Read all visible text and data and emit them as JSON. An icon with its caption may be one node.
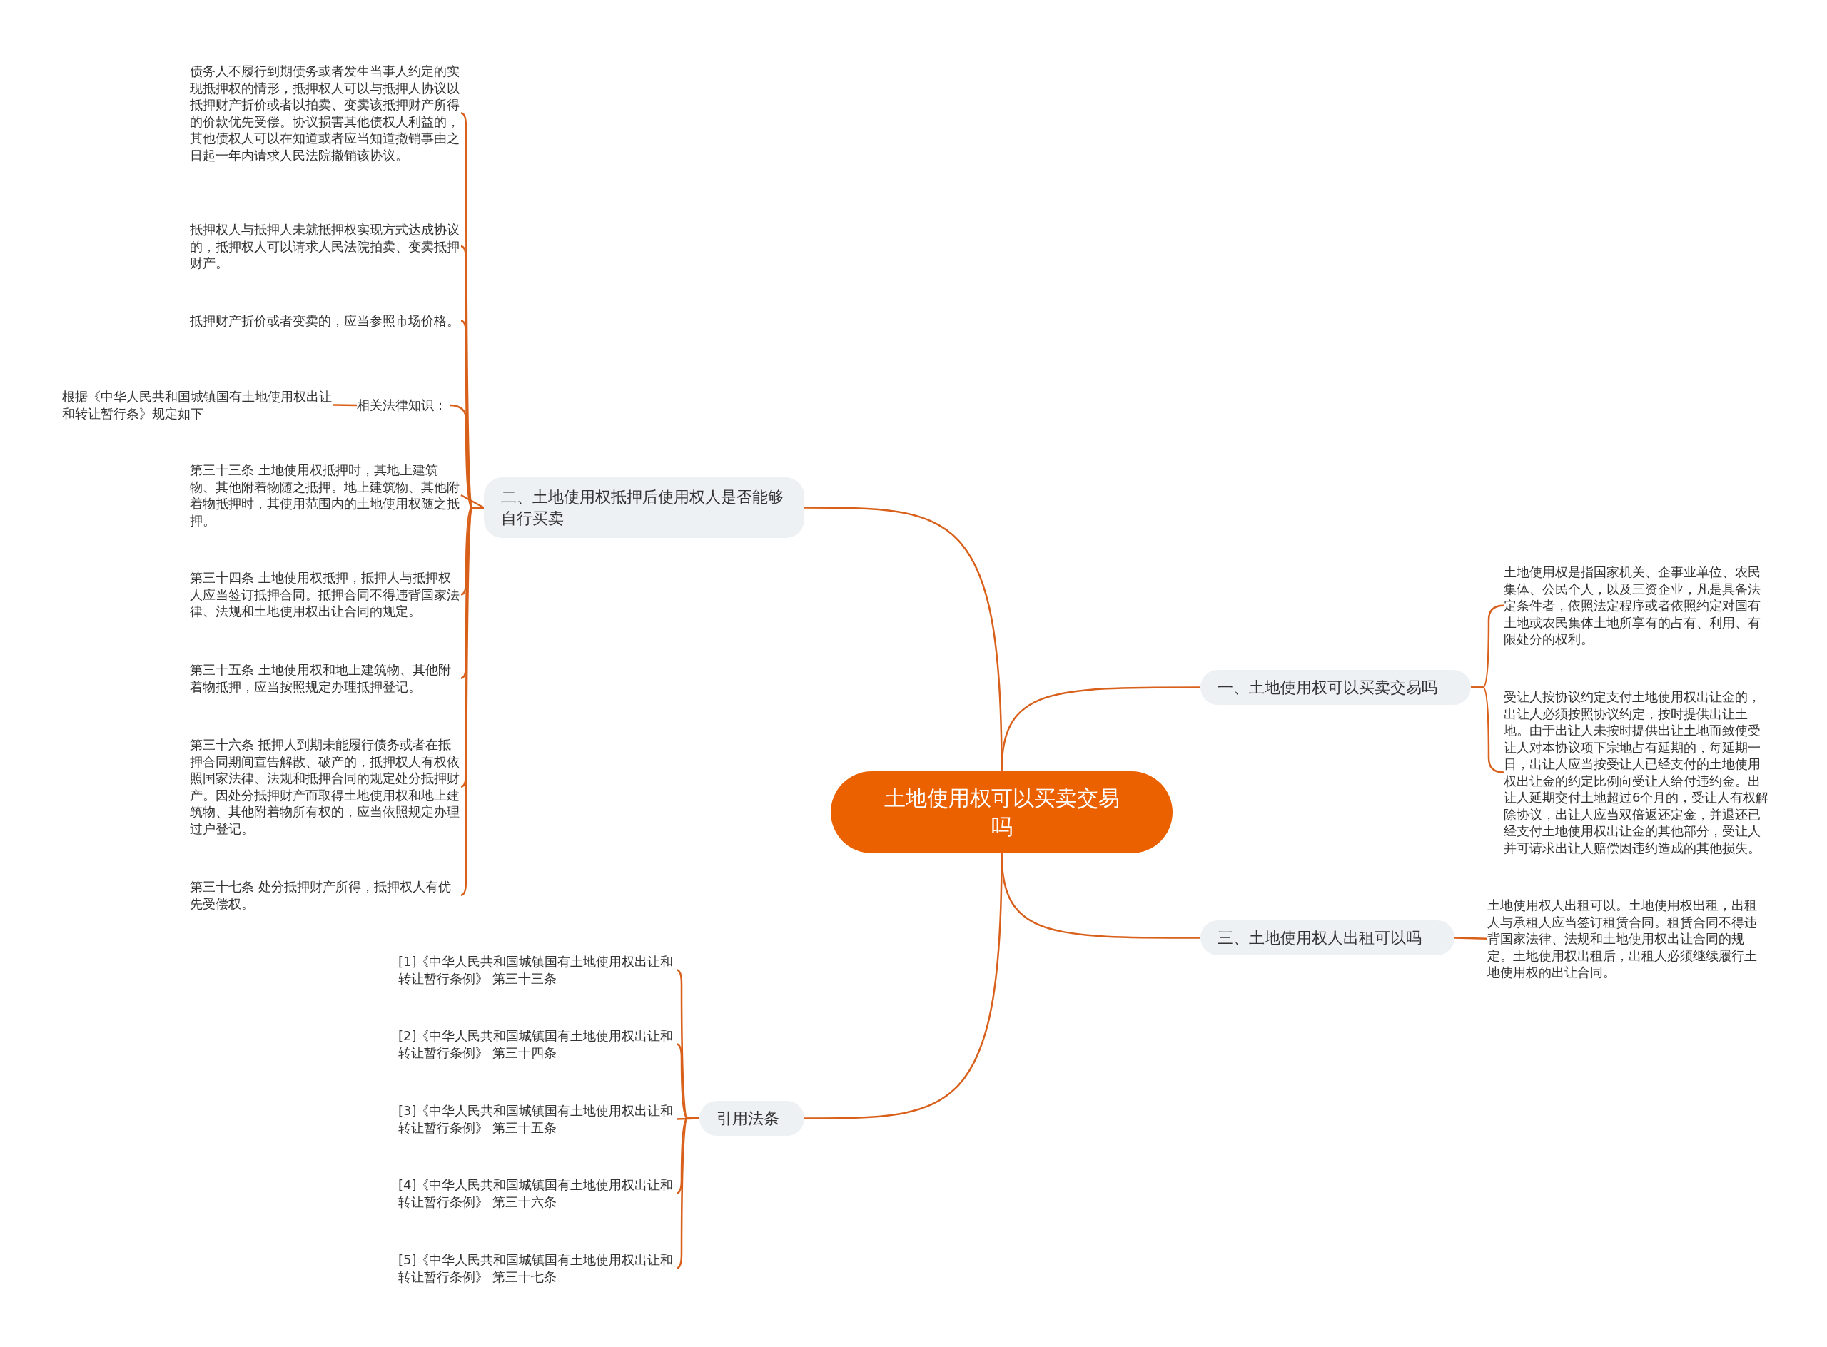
{
  "diagram": {
    "nodes": [
      {
        "text": [
          "土地使用权可以买卖交易吗"
        ]
      },
      {
        "text": [
          "一、土地使用权可以买卖交易吗"
        ]
      },
      {
        "text": [
          "土地使用权是指国家机关、企事业单位、农民集体、公民个人，以及三资企业，凡是具备法定条件者，依照法定程序或者依照约定对国有土地或农民集体土地所享有的占有、利用、有限处分的权利。"
        ]
      },
      {
        "text": [
          "受让人按协议约定支付土地使用权出让金的，出让人必须按照协议约定，按时提供出让土地。由于出让人未按时提供出让土地而致使受让人对本协议项下宗地占有延期的，每延期一日，出让人应当按受让人已经支付的土地使用权出让金的约定比例向受让人给付违约金。出让人延期交付土地超过6个月的，受让人有权解除协议，出让人应当双倍返还定金，并退还已经支付土地使用权出让金的其他部分，受让人并可请求出让人赔偿因违约造成的其他损失。"
        ]
      },
      {
        "text": [
          "二、土地使用权抵押后使用权人是否能够自行买卖"
        ]
      },
      {
        "text": [
          "债务人不履行到期债务或者发生当事人约定的实现抵押权的情形，抵押权人可以与抵押人协议以抵押财产折价或者以拍卖、变卖该抵押财产所得的价款优先受偿。协议损害其他债权人利益的，其他债权人可以在知道或者应当知道撤销事由之日起一年内请求人民法院撤销该协议。"
        ]
      },
      {
        "text": [
          "抵押权人与抵押人未就抵押权实现方式达成协议的，抵押权人可以请求人民法院拍卖、变卖抵押财产。"
        ]
      },
      {
        "text": [
          "抵押财产折价或者变卖的，应当参照市场价格。"
        ]
      },
      {
        "text": [
          "相关法律知识："
        ]
      },
      {
        "text": [
          "根据《中华人民共和国城镇国有土地使用权出让和转让暂行条》规定如下"
        ]
      },
      {
        "text": [
          "第三十三条 土地使用权抵押时，其地上建筑物、其他附着物随之抵押。地上建筑物、其他附着物抵押时，其使用范围内的土地使用权随之抵押。"
        ]
      },
      {
        "text": [
          "第三十四条 土地使用权抵押，抵押人与抵押权人应当签订抵押合同。抵押合同不得违背国家法律、法规和土地使用权出让合同的规定。"
        ]
      },
      {
        "text": [
          "第三十五条 土地使用权和地上建筑物、其他附着物抵押，应当按照规定办理抵押登记。"
        ]
      },
      {
        "text": [
          "第三十六条 抵押人到期未能履行债务或者在抵押合同期间宣告解散、破产的，抵押权人有权依照国家法律、法规和抵押合同的规定处分抵押财产。因处分抵押财产而取得土地使用权和地上建筑物、其他附着物所有权的，应当依照规定办理过户登记。"
        ]
      },
      {
        "text": [
          "第三十七条 处分抵押财产所得，抵押权人有优先受偿权。"
        ]
      },
      {
        "text": [
          "三、土地使用权人出租可以吗"
        ]
      },
      {
        "text": [
          "土地使用权人出租可以。土地使用权出租，出租人与承租人应当签订租赁合同。租赁合同不得违背国家法律、法规和土地使用权出让合同的规定。土地使用权出租后，出租人必须继续履行土地使用权的出让合同。"
        ]
      },
      {
        "text": [
          "引用法条"
        ]
      },
      {
        "text": [
          "[1]《中华人民共和国城镇国有土地使用权出让和转让暂行条例》 第三十三条"
        ]
      },
      {
        "text": [
          "[2]《中华人民共和国城镇国有土地使用权出让和转让暂行条例》 第三十四条"
        ]
      },
      {
        "text": [
          "[3]《中华人民共和国城镇国有土地使用权出让和转让暂行条例》 第三十五条"
        ]
      },
      {
        "text": [
          "[4]《中华人民共和国城镇国有土地使用权出让和转让暂行条例》 第三十六条"
        ]
      },
      {
        "text": [
          "[5]《中华人民共和国城镇国有土地使用权出让和转让暂行条例》 第三十七条"
        ]
      }
    ],
    "edges": [
      {
        "from": 0,
        "to": 1,
        "arrow": "none"
      },
      {
        "from": 1,
        "to": 2,
        "arrow": "none"
      },
      {
        "from": 1,
        "to": 3,
        "arrow": "none"
      },
      {
        "from": 0,
        "to": 4,
        "arrow": "none"
      },
      {
        "from": 4,
        "to": 5,
        "arrow": "none"
      },
      {
        "from": 4,
        "to": 6,
        "arrow": "none"
      },
      {
        "from": 4,
        "to": 7,
        "arrow": "none"
      },
      {
        "from": 4,
        "to": 8,
        "arrow": "none"
      },
      {
        "from": 8,
        "to": 9,
        "arrow": "none"
      },
      {
        "from": 4,
        "to": 10,
        "arrow": "none"
      },
      {
        "from": 4,
        "to": 11,
        "arrow": "none"
      },
      {
        "from": 4,
        "to": 12,
        "arrow": "none"
      },
      {
        "from": 4,
        "to": 13,
        "arrow": "none"
      },
      {
        "from": 4,
        "to": 14,
        "arrow": "none"
      },
      {
        "from": 0,
        "to": 15,
        "arrow": "none"
      },
      {
        "from": 15,
        "to": 16,
        "arrow": "none"
      },
      {
        "from": 0,
        "to": 17,
        "arrow": "none"
      },
      {
        "from": 17,
        "to": 18,
        "arrow": "none"
      },
      {
        "from": 17,
        "to": 19,
        "arrow": "none"
      },
      {
        "from": 17,
        "to": 20,
        "arrow": "none"
      },
      {
        "from": 17,
        "to": 21,
        "arrow": "none"
      },
      {
        "from": 17,
        "to": 22,
        "arrow": "none"
      }
    ]
  }
}
